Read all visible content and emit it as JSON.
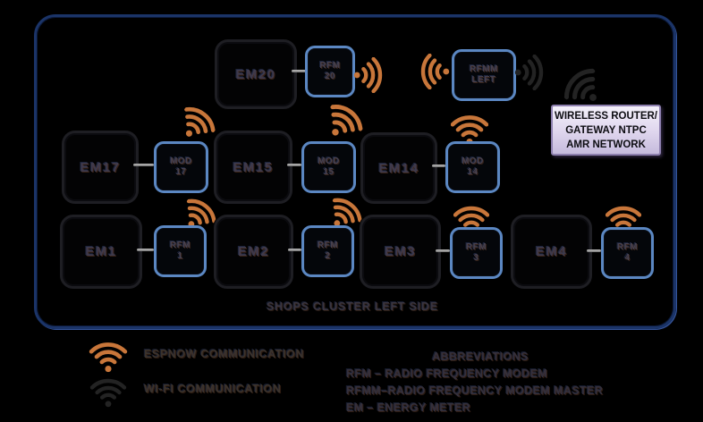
{
  "frame": {
    "cluster_label": "SHOPS CLUSTER LEFT SIDE"
  },
  "nodes": {
    "em20": {
      "label": "EM20"
    },
    "rfm20": {
      "line1": "RFM",
      "line2": "20"
    },
    "rfmm_left": {
      "line1": "RFMM",
      "line2": "LEFT"
    },
    "em17": {
      "label": "EM17"
    },
    "mod17": {
      "line1": "MOD",
      "line2": "17"
    },
    "em15": {
      "label": "EM15"
    },
    "mod15": {
      "line1": "MOD",
      "line2": "15"
    },
    "em14": {
      "label": "EM14"
    },
    "mod14": {
      "line1": "MOD",
      "line2": "14"
    },
    "em1": {
      "label": "EM1"
    },
    "rfm1": {
      "line1": "RFM",
      "line2": "1"
    },
    "em2": {
      "label": "EM2"
    },
    "rfm2": {
      "line1": "RFM",
      "line2": "2"
    },
    "em3": {
      "label": "EM3"
    },
    "rfm3": {
      "line1": "RFM",
      "line2": "3"
    },
    "em4": {
      "label": "EM4"
    },
    "rfm4": {
      "line1": "RFM",
      "line2": "4"
    }
  },
  "router": {
    "line1": "WIRELESS ROUTER/",
    "line2": "GATEWAY NTPC",
    "line3": "AMR NETWORK"
  },
  "legend": {
    "espnow_label": "ESPNOW COMMUNICATION",
    "wifi_label": "WI-FI COMMUNICATION"
  },
  "abbreviations": {
    "title": "ABBREVIATIONS",
    "items": [
      "RFM – RADIO FREQUENCY MODEM",
      "RFMM–RADIO FREQUENCY MODEM MASTER",
      "EM – ENERGY METER"
    ]
  },
  "colors": {
    "espnow_orange": "#c8763a",
    "wifi_black": "#232323",
    "modem_border_blue": "#5b87c2",
    "frame_navy": "#1b3468",
    "router_bg_purple": "#d9cfea"
  }
}
